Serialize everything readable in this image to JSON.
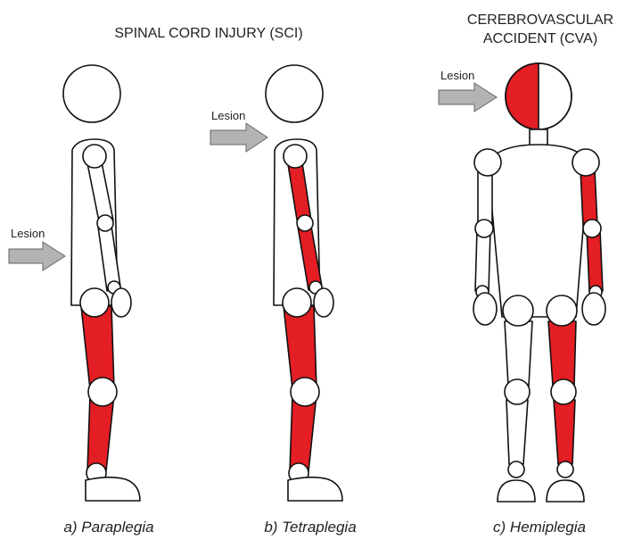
{
  "headers": {
    "sci": "SPINAL CORD INJURY (SCI)",
    "cva_line1": "CEREBROVASCULAR",
    "cva_line2": "ACCIDENT (CVA)"
  },
  "figures": [
    {
      "caption": "a) Paraplegia",
      "lesion_label": "Lesion"
    },
    {
      "caption": "b) Tetraplegia",
      "lesion_label": "Lesion"
    },
    {
      "caption": "c) Hemiplegia",
      "lesion_label": "Lesion"
    }
  ],
  "colors": {
    "affected": "#e31e24",
    "unaffected": "#ffffff",
    "arrow": "#b3b3b3"
  }
}
